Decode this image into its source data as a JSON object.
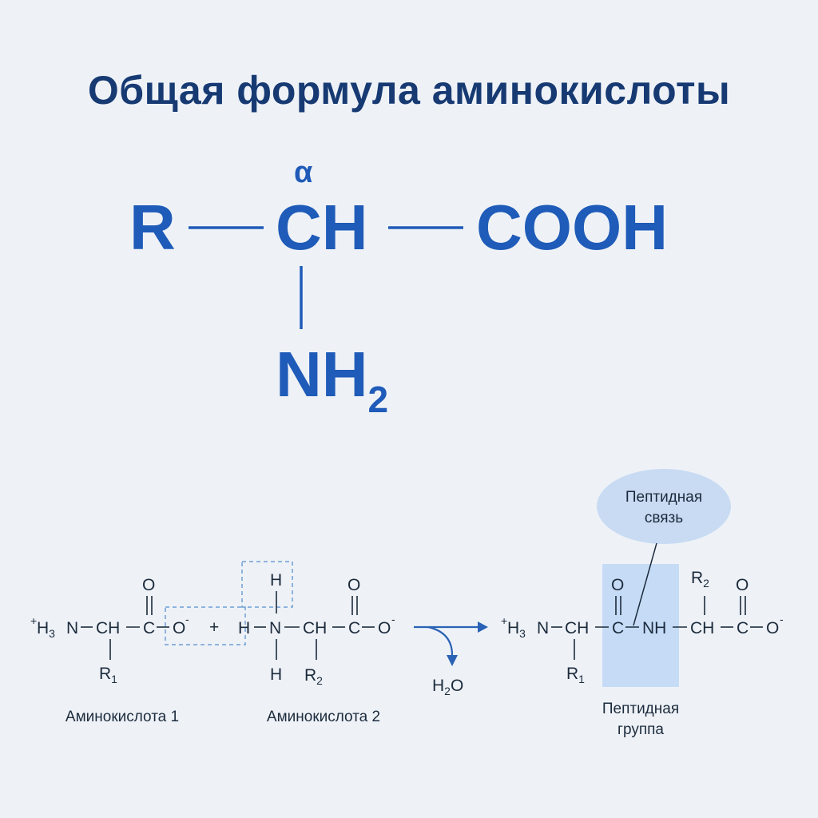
{
  "title": "Общая формула аминокислоты",
  "general_formula": {
    "alpha": "α",
    "r": "R",
    "ch": "CH",
    "cooh": "COOH",
    "nh": "NH",
    "nh_sub": "2"
  },
  "reaction": {
    "aa1": {
      "plus_sign": "+",
      "h": "H",
      "h_sub": "3",
      "n": "N",
      "ch": "CH",
      "c": "C",
      "o_top": "O",
      "o_minus": "O",
      "minus": "-",
      "r": "R",
      "r_sub": "1",
      "label": "Аминокислота 1"
    },
    "plus": "+",
    "aa2": {
      "h_left": "H",
      "h_top": "H",
      "h_bottom": "H",
      "n": "N",
      "ch": "CH",
      "c": "C",
      "o_top": "O",
      "o_minus": "O",
      "minus": "-",
      "r": "R",
      "r_sub": "2",
      "label": "Аминокислота 2"
    },
    "water": {
      "h": "H",
      "sub": "2",
      "o": "O"
    },
    "product": {
      "plus_sign": "+",
      "h": "H",
      "h_sub": "3",
      "n": "N",
      "ch1": "CH",
      "c1": "C",
      "o1": "O",
      "nh": "NH",
      "ch2": "CH",
      "c2": "C",
      "o2": "O",
      "o_minus": "O",
      "minus": "-",
      "r1": "R",
      "r1_sub": "1",
      "r2": "R",
      "r2_sub": "2"
    },
    "bond_callout": [
      "Пептидная",
      "связь"
    ],
    "group_label": [
      "Пептидная",
      "группа"
    ]
  },
  "colors": {
    "title": "#173a73",
    "formula": "#1f5bb8",
    "highlight": "#c6dcf6",
    "callout": "#c8dbf3",
    "arrow": "#2a62b5"
  }
}
